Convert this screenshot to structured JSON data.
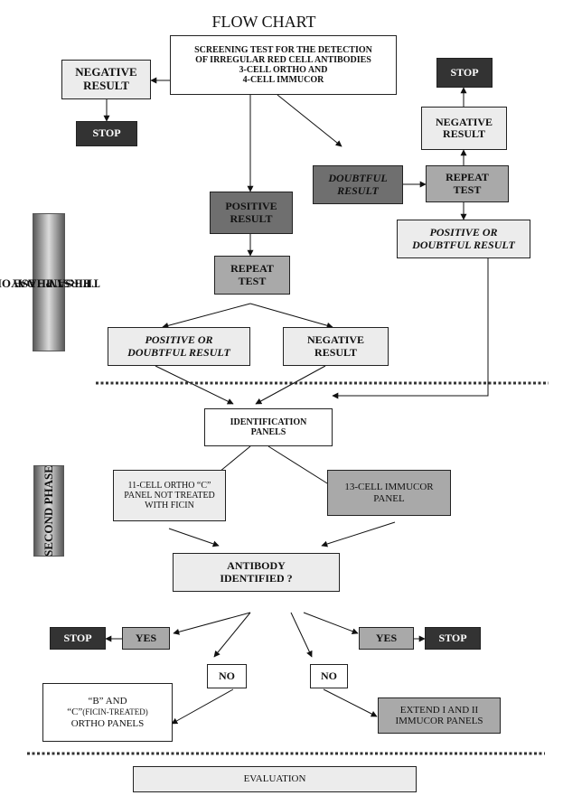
{
  "title": "FLOW CHART",
  "screening": {
    "line1": "SCREENING TEST FOR THE DETECTION",
    "line2": "OF IRREGULAR RED CELL ANTIBODIES",
    "line3": "3-CELL ORTHO  AND",
    "line4": "4-CELL IMMUCOR"
  },
  "negative_left": {
    "line1": "NEGATIVE",
    "line2": "RESULT"
  },
  "stop_top_left": "STOP",
  "positive": {
    "line1": "POSITIVE",
    "line2": "RESULT"
  },
  "repeat_left": {
    "line1": "REPEAT",
    "line2": "TEST"
  },
  "doubtful": {
    "line1": "DOUBTFUL",
    "line2": "RESULT"
  },
  "repeat_right": {
    "line1": "REPEAT",
    "line2": "TEST"
  },
  "negative_right": {
    "line1": "NEGATIVE",
    "line2": "RESULT"
  },
  "stop_top_right": "STOP",
  "pos_doubt_right": {
    "line1": "POSITIVE OR",
    "line2": "DOUBTFUL RESULT"
  },
  "pos_doubt_left": {
    "line1": "POSITIVE OR",
    "line2": "DOUBTFUL RESULT"
  },
  "negative_mid": {
    "line1": "NEGATIVE",
    "line2": "RESULT"
  },
  "phase_one": {
    "line1": "FIRST PHASE ON",
    "line2": "THE SAME DAY"
  },
  "identification": {
    "line1": "IDENTIFICATION",
    "line2": "PANELS"
  },
  "phase_two": "SECOND PHASE",
  "ortho_c_panel": {
    "line1": "11-CELL ORTHO “C”",
    "line2": "PANEL NOT TREATED",
    "line3": "WITH FICIN"
  },
  "immucor_panel": {
    "line1": "13-CELL IMMUCOR",
    "line2": "PANEL"
  },
  "antibody": {
    "line1": "ANTIBODY",
    "line2": "IDENTIFIED ?"
  },
  "yes_left": "YES",
  "stop_bottom_left": "STOP",
  "yes_right": "YES",
  "stop_bottom_right": "STOP",
  "no_left": "NO",
  "no_right": "NO",
  "ortho_b_c": {
    "line1": "“B” AND",
    "line2a": "“C”",
    "line2b": "(FICIN-TREATED)",
    "line3": "ORTHO PANELS"
  },
  "extend": {
    "line1": "EXTEND I  AND  II",
    "line2": "IMMUCOR PANELS"
  },
  "evaluation": "EVALUATION"
}
